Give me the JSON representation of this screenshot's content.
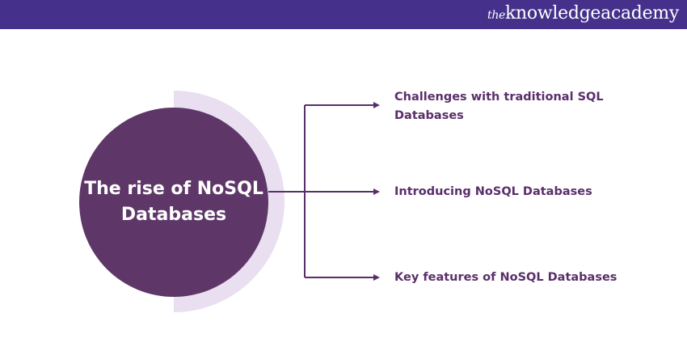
{
  "brand": {
    "prefix": "the",
    "name": "knowledgeacademy"
  },
  "center": {
    "title": "The rise of NoSQL Databases"
  },
  "items": [
    {
      "label": "Challenges with traditional SQL Databases"
    },
    {
      "label": "Introducing NoSQL Databases"
    },
    {
      "label": "Key features of NoSQL Databases"
    }
  ],
  "colors": {
    "header": "#45318b",
    "circle": "#5e3768",
    "ring": "#e9dff0",
    "line": "#5a2e6a"
  }
}
